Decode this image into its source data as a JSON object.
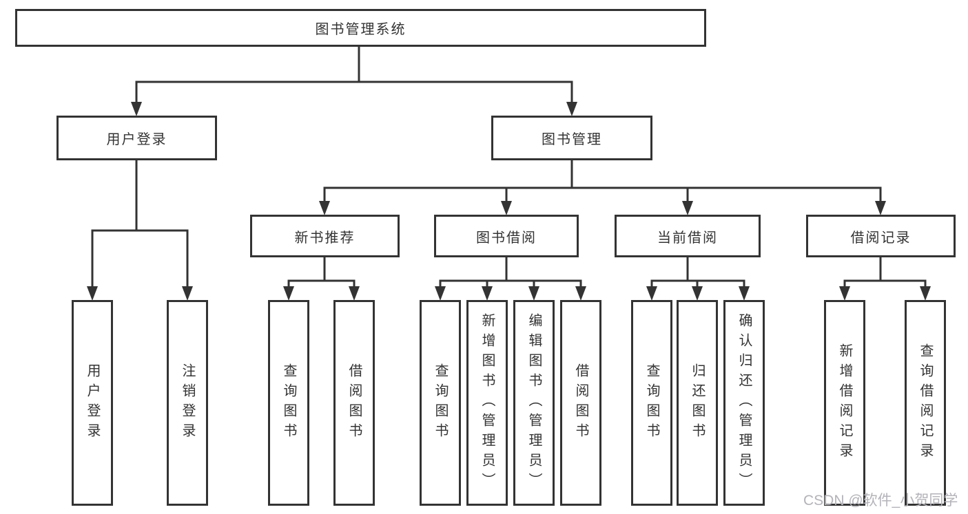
{
  "page": {
    "background": "#ffffff"
  },
  "colors": {
    "line": "#333333",
    "text": "#333333",
    "box_fill": "#ffffff",
    "watermark": "#b3b3b9"
  },
  "diagram": {
    "root": {
      "label": "图书管理系统"
    },
    "branches": [
      {
        "label": "用户登录",
        "leaves": [
          {
            "label": "用户登录"
          },
          {
            "label": "注销登录"
          }
        ]
      },
      {
        "label": "图书管理",
        "children": [
          {
            "label": "新书推荐",
            "leaves": [
              {
                "label": "查询图书"
              },
              {
                "label": "借阅图书"
              }
            ]
          },
          {
            "label": "图书借阅",
            "leaves": [
              {
                "label": "查询图书"
              },
              {
                "label": "新增图书（管理员）"
              },
              {
                "label": "编辑图书（管理员）"
              },
              {
                "label": "借阅图书"
              }
            ]
          },
          {
            "label": "当前借阅",
            "leaves": [
              {
                "label": "查询图书"
              },
              {
                "label": "归还图书"
              },
              {
                "label": "确认归还（管理员）"
              }
            ]
          },
          {
            "label": "借阅记录",
            "leaves": [
              {
                "label": "新增借阅记录"
              },
              {
                "label": "查询借阅记录"
              }
            ]
          }
        ]
      }
    ]
  },
  "watermark": {
    "text": "CSDN @软件_小贺同学"
  }
}
